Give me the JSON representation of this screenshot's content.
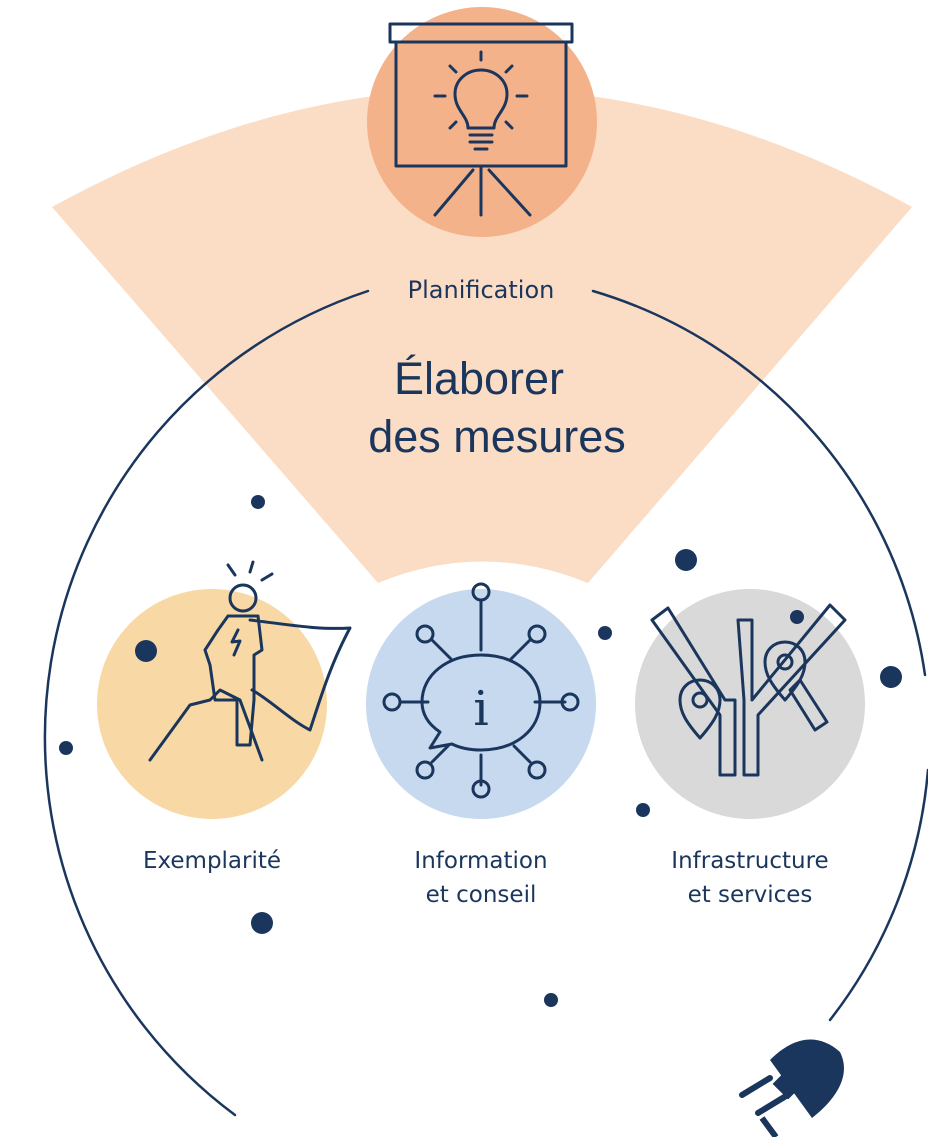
{
  "phase": {
    "label": "Planification"
  },
  "title": {
    "line1": "Élaborer",
    "line2": "des mesures"
  },
  "categories": [
    {
      "line1": "Exemplarité",
      "line2": "",
      "icon": "hero-icon",
      "color": "#f8d9a6"
    },
    {
      "line1": "Information",
      "line2": "et conseil",
      "icon": "info-bubble-icon",
      "color": "#c7d9ef"
    },
    {
      "line1": "Infrastructure",
      "line2": "et services",
      "icon": "map-roads-icon",
      "color": "#d9d9d9"
    }
  ],
  "colors": {
    "navy": "#1b365d",
    "wedge": "#fbdcc4",
    "accent_circle": "#f4b28a"
  },
  "icons": {
    "top": "presentation-screen-icon",
    "bottom": "plug-icon"
  }
}
